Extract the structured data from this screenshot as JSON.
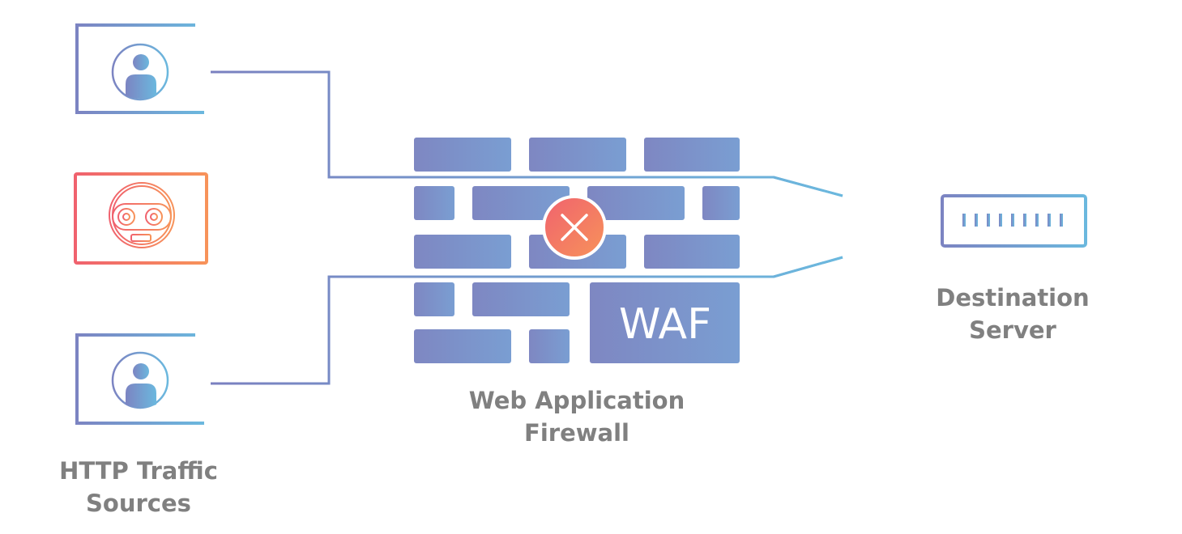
{
  "labels": {
    "sources_line1": "HTTP Traffic",
    "sources_line2": "Sources",
    "firewall_line1": "Web Application",
    "firewall_line2": "Firewall",
    "server_line1": "Destination",
    "server_line2": "Server"
  },
  "waf_text": "WAF",
  "icons": {
    "top_client": "user-icon",
    "middle_client": "bot-icon",
    "bottom_client": "user-icon",
    "blocked": "close-icon",
    "server": "server-icon"
  },
  "colors": {
    "blue_start": "#7c84c2",
    "blue_end": "#6bb8de",
    "orange_start": "#f0626e",
    "orange_end": "#f7935a",
    "wall": "#7d93c9",
    "label": "#808080"
  }
}
